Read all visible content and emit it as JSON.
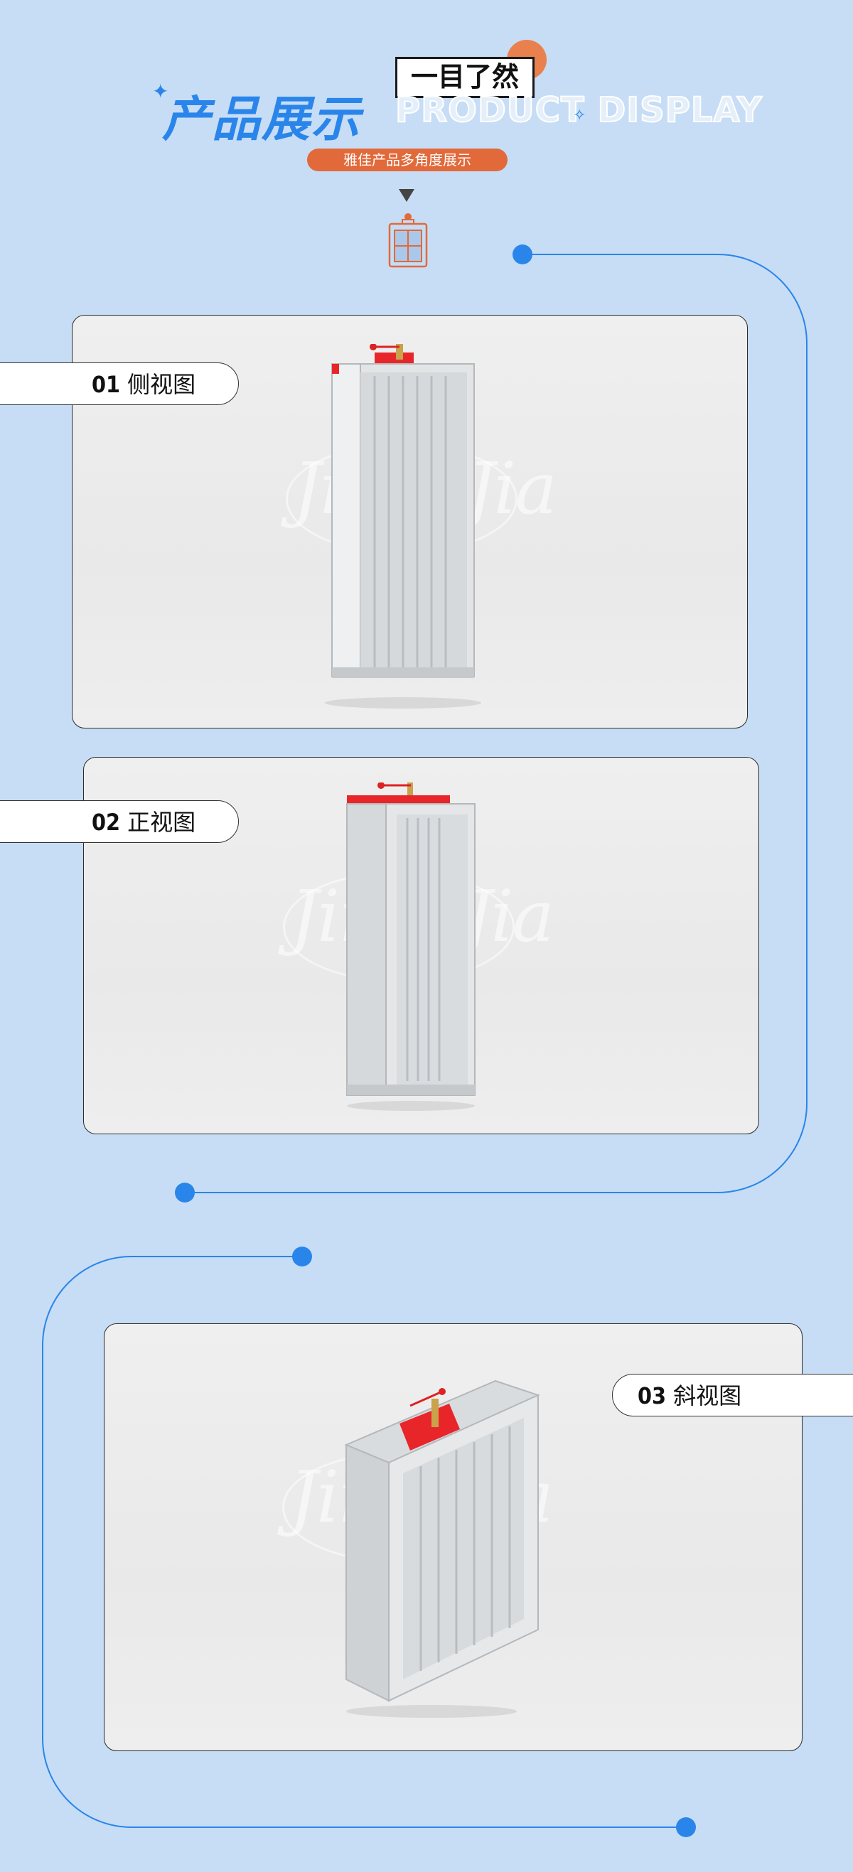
{
  "header": {
    "title_cn": "产品展示",
    "tag": "一目了然",
    "title_en": "PRODUCT DISPLAY",
    "subtitle": "雅佳产品多角度展示"
  },
  "views": [
    {
      "num": "01",
      "label": "侧视图"
    },
    {
      "num": "02",
      "label": "正视图"
    },
    {
      "num": "03",
      "label": "斜视图"
    }
  ],
  "watermark_text": "JinYaJia",
  "colors": {
    "background": "#c6ddf5",
    "accent_blue": "#2a85ea",
    "accent_orange": "#e2693a",
    "damper_red": "#e8262a",
    "card_border": "#2b2b2b"
  }
}
